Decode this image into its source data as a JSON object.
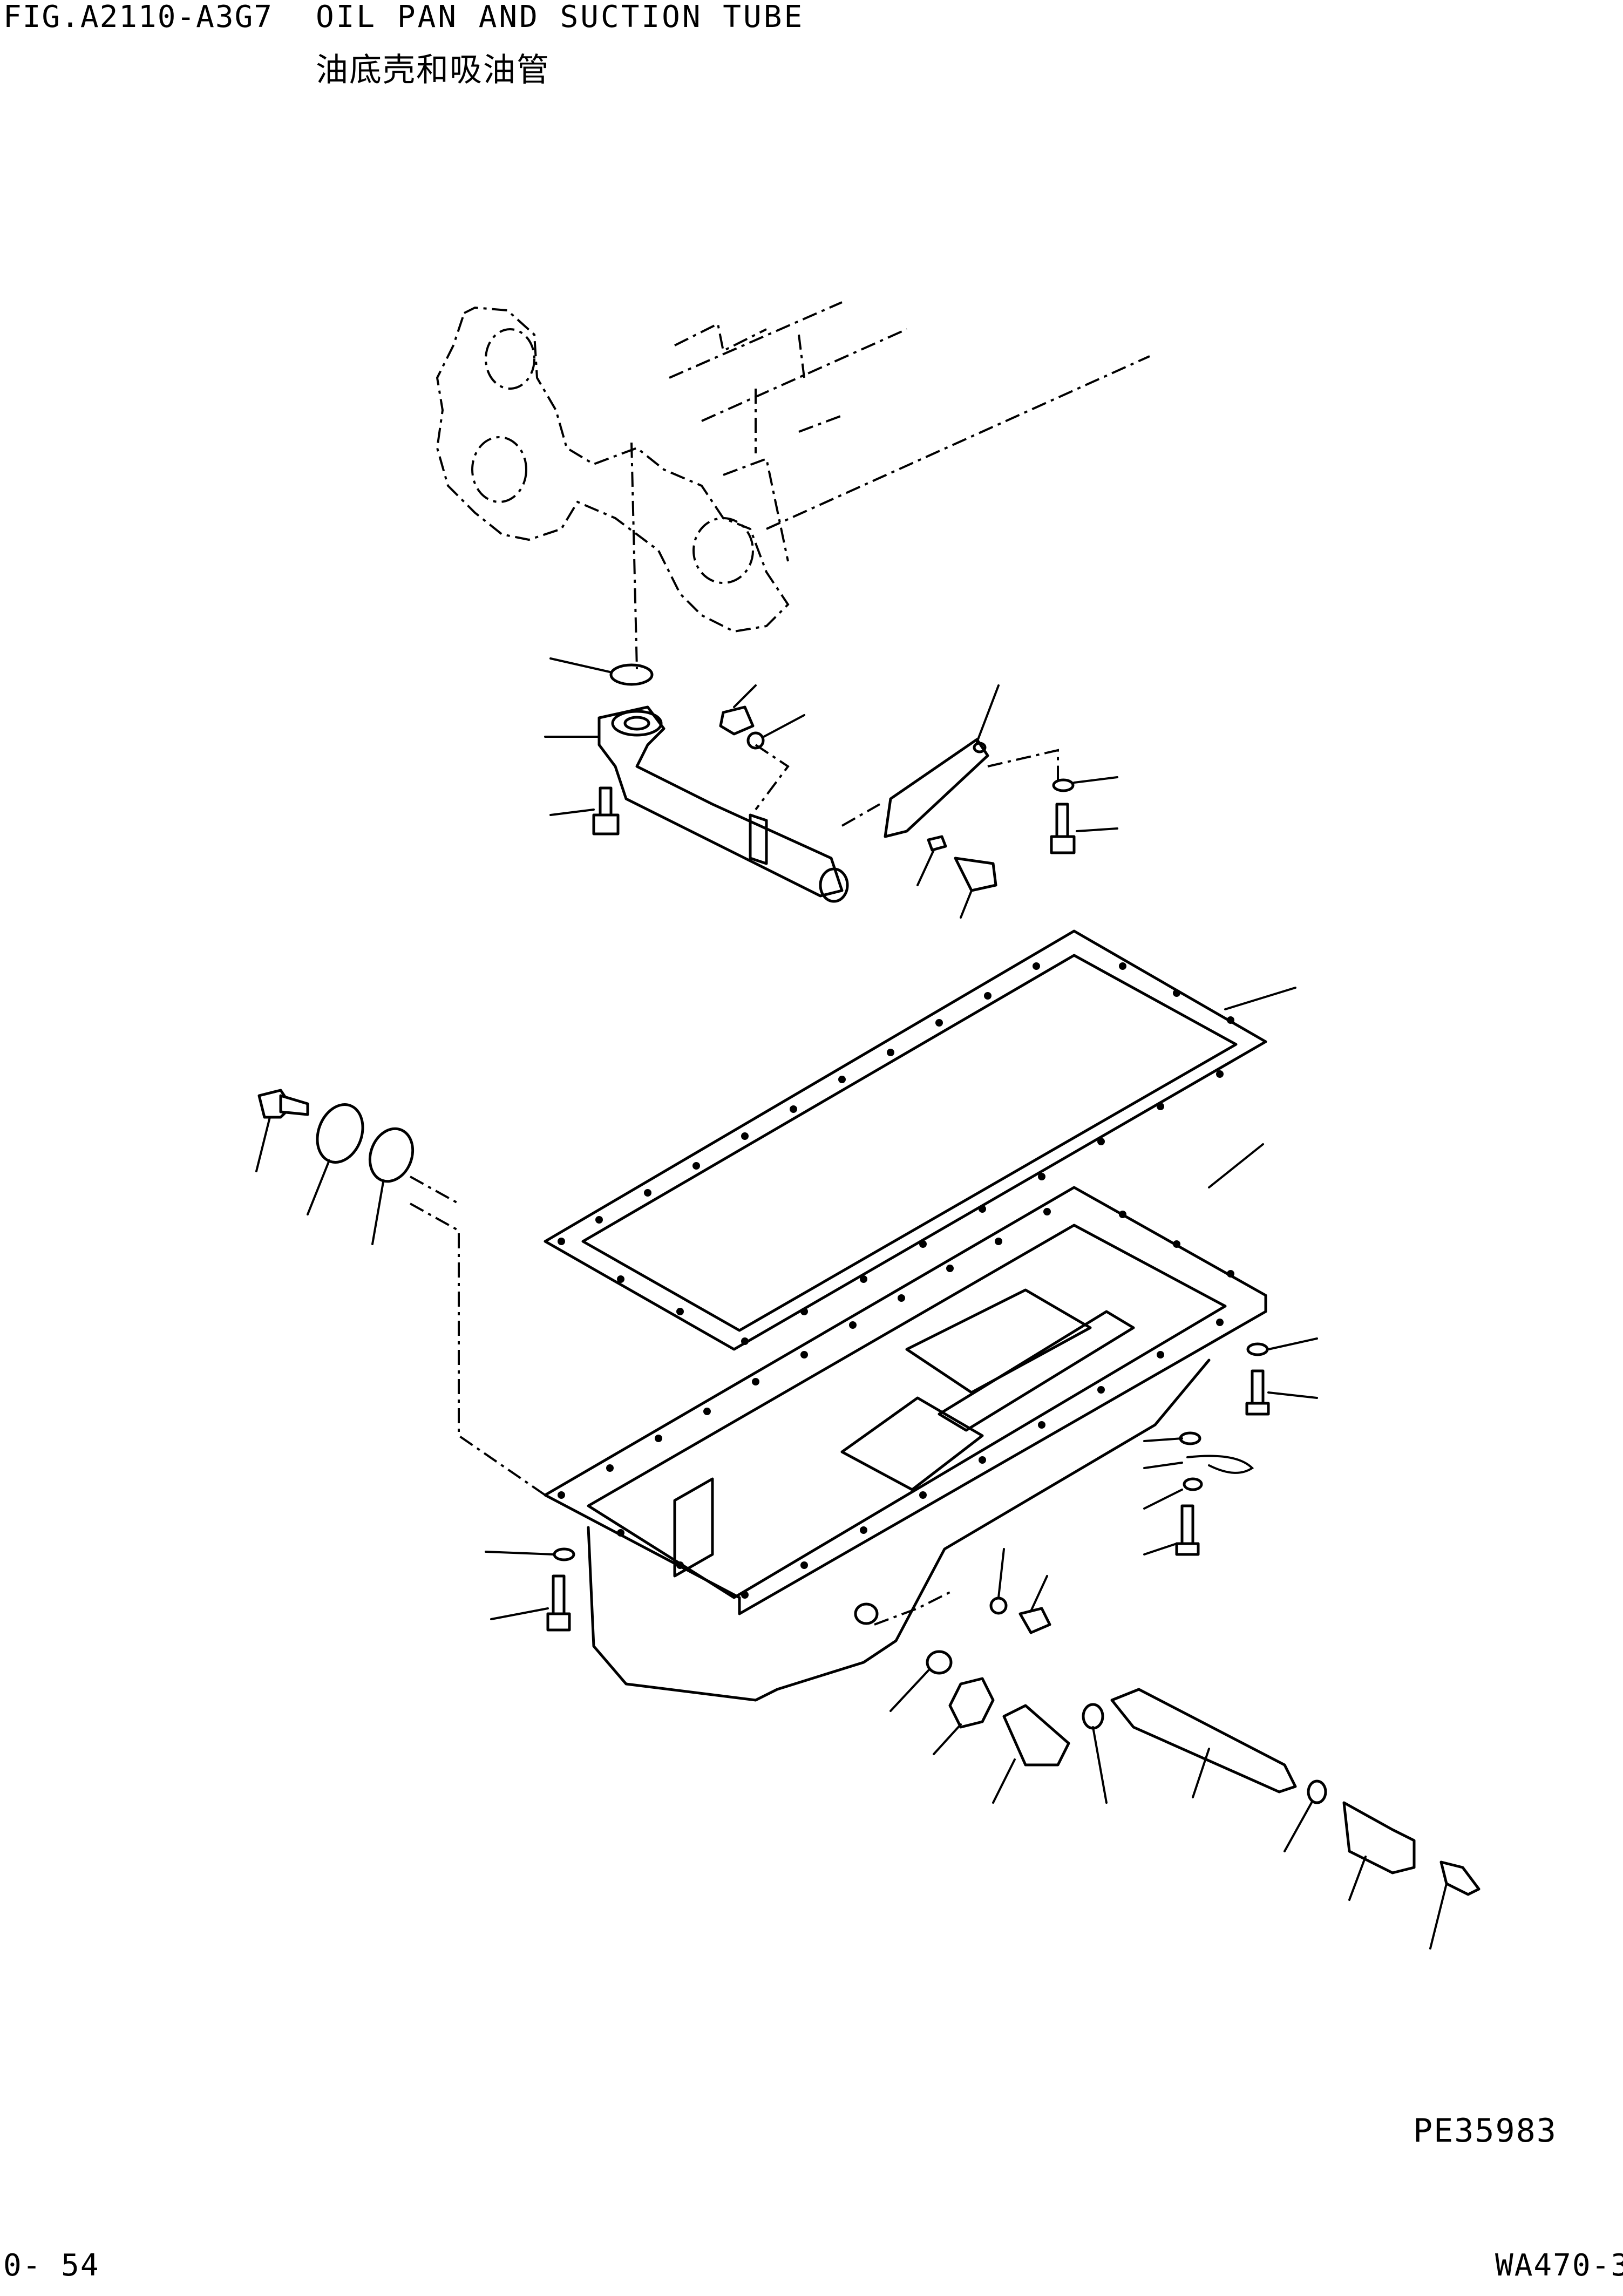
{
  "header": {
    "figure_code": "FIG.A2110-A3G7",
    "title": "OIL PAN AND SUCTION TUBE",
    "title_cn": "油底壳和吸油管"
  },
  "diagram": {
    "reference_code": "PE35983"
  },
  "footer": {
    "page_number": "0- 54",
    "model_code": "WA470-3"
  }
}
